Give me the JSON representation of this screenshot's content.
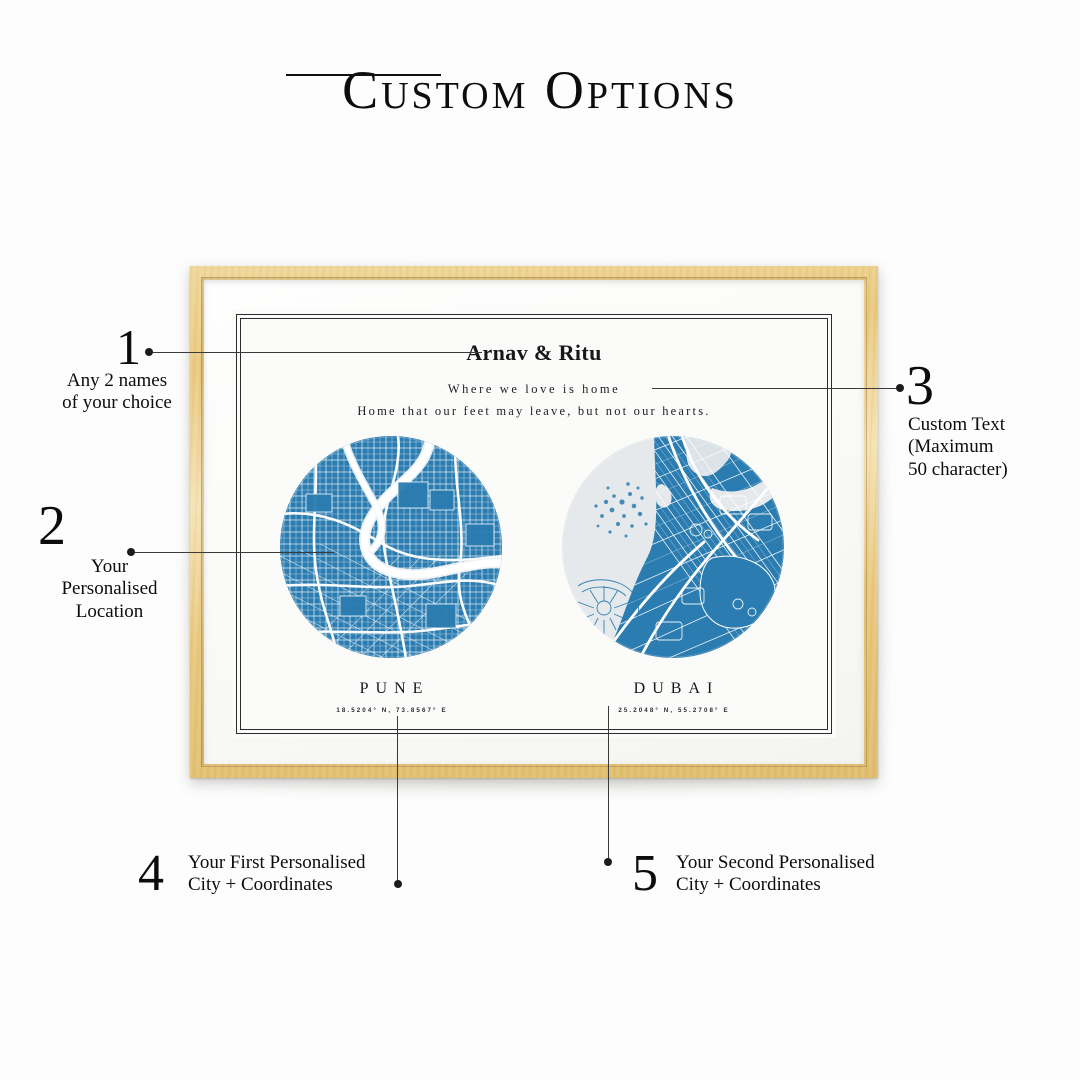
{
  "header": {
    "title": "Custom Options"
  },
  "poster": {
    "names": "Arnav & Ritu",
    "tagline_line1": "Where we love is home",
    "tagline_line2": "Home that our feet may leave, but not our hearts.",
    "maps": [
      {
        "city": "PUNE",
        "coordinates": "18.5204° N, 73.8567° E",
        "map_style": "city-street-circle",
        "land_color": "#2b7cb0",
        "water_color": "#e8ecef",
        "street_color": "#ffffff"
      },
      {
        "city": "DUBAI",
        "coordinates": "25.2048° N, 55.2708° E",
        "map_style": "coastal-street-circle",
        "land_color": "#2b7cb0",
        "water_color": "#e5e9ec",
        "street_color": "#ffffff"
      }
    ]
  },
  "frame": {
    "material_color": "#eac97f",
    "mat_color": "#fcfcfa"
  },
  "callouts": [
    {
      "number": "1",
      "line1": "Any 2 names",
      "line2": "of your choice",
      "target": "poster-names"
    },
    {
      "number": "2",
      "line1": "Your",
      "line2": "Personalised",
      "line3": "Location",
      "target": "map-circle-left"
    },
    {
      "number": "3",
      "line1": "Custom Text",
      "line2": "(Maximum",
      "line3": "50 character)",
      "target": "poster-tagline"
    },
    {
      "number": "4",
      "line1": "Your First Personalised",
      "line2": "City + Coordinates",
      "target": "city-block-left"
    },
    {
      "number": "5",
      "line1": "Your Second Personalised",
      "line2": "City + Coordinates",
      "target": "city-block-right"
    }
  ]
}
